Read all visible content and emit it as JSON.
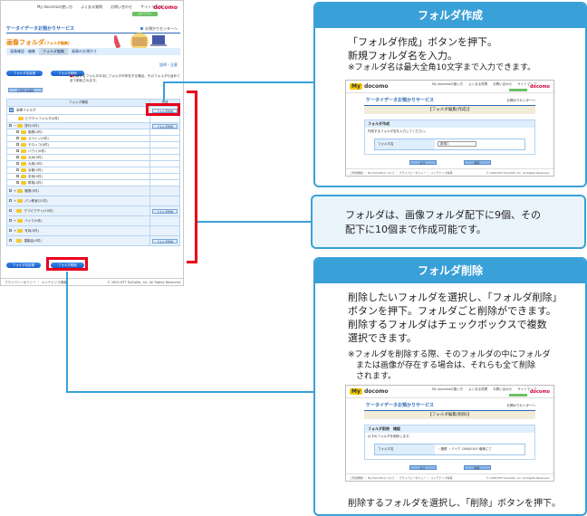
{
  "left_screenshot": {
    "top_nav": [
      "My docomoの使い方",
      "よくある質問",
      "お問い合わせ",
      "サイトマップ"
    ],
    "logout": "ログアウト",
    "brand": "docomo",
    "service_title": "ケータイデータお預かりサービス",
    "center_link": "お預かりセンターへ",
    "page_title": "画像フォルダ",
    "page_subtitle": "(フォルダ編集)",
    "tabs": [
      "画像確認・編集",
      "フォルダ編集",
      "画像のお預かり"
    ],
    "help_link": "説明・注意",
    "rename_button": "フォルダ名変更",
    "delete_button": "フォルダ削除",
    "warning": "削除するフォルダの中にフォルダが存在する場合、そのフォルダも含めて全て削除されます。",
    "select_all_button": "全選択/全解除",
    "table": {
      "headers": [
        "フォルダ構成",
        "作成"
      ],
      "create_button": "フォルダ作成",
      "rows": [
        {
          "label": "画像フォルダ",
          "level": 0,
          "checkbox": false,
          "create": true,
          "style": "white"
        },
        {
          "label": "ピクチャフォルダ(0件)",
          "level": 1,
          "checkbox": false,
          "create": false,
          "style": "white"
        },
        {
          "label": "旅行(0件)",
          "level": 0,
          "checkbox": true,
          "expand": "-",
          "create": true,
          "style": "blue"
        },
        {
          "label": "箱根(0件)",
          "level": 1,
          "checkbox": true,
          "create": false,
          "style": "white"
        },
        {
          "label": "スペイン(0件)",
          "level": 1,
          "checkbox": true,
          "create": false,
          "style": "white"
        },
        {
          "label": "モロッコ(0件)",
          "level": 1,
          "checkbox": true,
          "create": false,
          "style": "white"
        },
        {
          "label": "ハワイ(0件)",
          "level": 1,
          "checkbox": true,
          "create": false,
          "style": "white"
        },
        {
          "label": "九州(0件)",
          "level": 1,
          "checkbox": true,
          "create": false,
          "style": "white"
        },
        {
          "label": "大阪(0件)",
          "level": 1,
          "checkbox": true,
          "create": false,
          "style": "white"
        },
        {
          "label": "京都(0件)",
          "level": 1,
          "checkbox": true,
          "create": false,
          "style": "white"
        },
        {
          "label": "奈良(0件)",
          "level": 1,
          "checkbox": true,
          "create": false,
          "style": "white"
        },
        {
          "label": "群馬(0件)",
          "level": 1,
          "checkbox": true,
          "create": false,
          "style": "white"
        },
        {
          "label": "箱根(0件)",
          "level": 0,
          "checkbox": true,
          "expand": "+",
          "create": false,
          "style": "blue"
        },
        {
          "label": "パン教室(21件)",
          "level": 0,
          "checkbox": true,
          "expand": "+",
          "create": false,
          "style": "blue"
        },
        {
          "label": "デコピクチャ(10件)",
          "level": 0,
          "checkbox": true,
          "create": true,
          "style": "blue"
        },
        {
          "label": "バイク(0件)",
          "level": 0,
          "checkbox": true,
          "expand": "+",
          "create": false,
          "style": "blue"
        },
        {
          "label": "写真(0件)",
          "level": 0,
          "checkbox": true,
          "expand": "+",
          "create": false,
          "style": "blue"
        },
        {
          "label": "運動会(0件)",
          "level": 0,
          "checkbox": true,
          "create": true,
          "style": "blue"
        }
      ]
    },
    "footer_links": [
      "プライバシーポリシー",
      "メンテナンス情報"
    ],
    "copyright": "© 2005 NTT DoCoMo, Inc. All Rights Reserved."
  },
  "panel_create": {
    "title": "フォルダ作成",
    "line1": "「フォルダ作成」ボタンを押下。",
    "line2": "新規フォルダ名を入力。",
    "note": "※フォルダ名は最大全角10文字まで入力できます。",
    "mini": {
      "my": "My",
      "docomo": "docomo",
      "nav": [
        "My docomoの使い方",
        "よくある質問",
        "お問い合わせ",
        "サイトマップ"
      ],
      "brand": "docomo",
      "service": "ケータイデータお預かりサービス",
      "center": "お預かりセンターへ",
      "band": "【フォルダ編集(作成)】",
      "form_title": "フォルダ作成",
      "form_desc": "作成するフォルダ名を入力してください。",
      "field_label": "フォルダ名",
      "field_value": "新規1",
      "buttons": [
        "戻る",
        "確定"
      ],
      "footer_left": "ご利用規約 ｜ My DoCoMoについて ｜ プライバシーポリシー ｜ メンテナンス情報",
      "footer_right": "© 2005 NTT DoCoMo, Inc. All Rights Reserved."
    }
  },
  "info_box": {
    "line1": "フォルダは、画像フォルダ配下に9個、その",
    "line2": "配下に10個まで作成可能です。"
  },
  "panel_delete": {
    "title": "フォルダ削除",
    "lines": [
      "削除したいフォルダを選択し、「フォルダ削除」",
      "ボタンを押下。フォルダごと削除ができます。",
      "削除するフォルダはチェックボックスで複数",
      "選択できます。"
    ],
    "note": [
      "※フォルダを削除する際、そのフォルダの中にフォルダ",
      "　または画像が存在する場合は、それらも全て削除",
      "　されます。"
    ],
    "mini": {
      "my": "My",
      "docomo": "docomo",
      "nav": [
        "My docomoの使い方",
        "よくある質問",
        "お問い合わせ",
        "サイトマップ"
      ],
      "brand": "docomo",
      "service": "ケータイデータお預かりサービス",
      "center": "お預かりセンターへ",
      "band": "【フォルダ編集(削除)】",
      "form_title": "フォルダ削除　確認",
      "form_desc": "以下のフォルダを削除します。",
      "field_label": "フォルダ名",
      "field_value": "・箱根 ・バイク 2006/10/5 奄美にて",
      "buttons": [
        "戻る",
        "削除"
      ],
      "footer_left": "ご利用規約 ｜ My DoCoMoについて ｜ プライバシーポリシー ｜ メンテナンス情報",
      "footer_right": "© 2005 NTT DoCoMo, Inc. All Rights Reserved."
    },
    "caption": "削除するフォルダを選択し、「削除」ボタンを押下。"
  }
}
